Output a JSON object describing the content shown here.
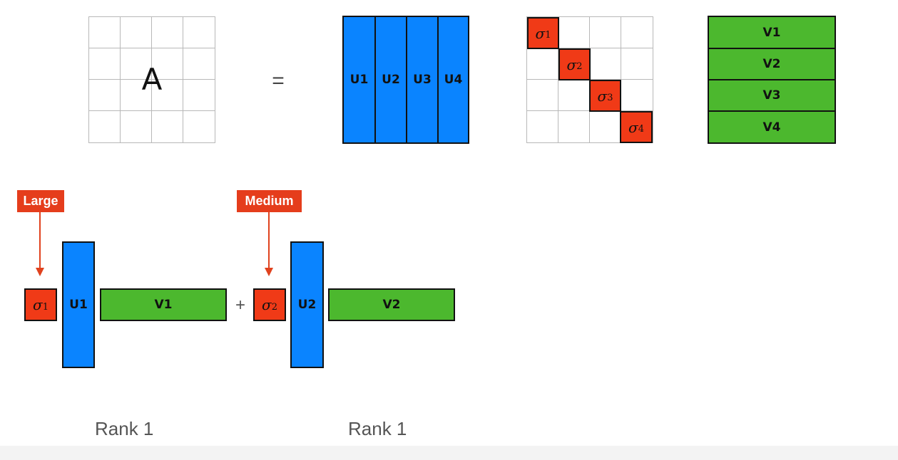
{
  "matrix_a": {
    "label": "A"
  },
  "equals": "=",
  "u_columns": [
    "U1",
    "U2",
    "U3",
    "U4"
  ],
  "sigmas": [
    {
      "symbol": "σ",
      "sub": "1"
    },
    {
      "symbol": "σ",
      "sub": "2"
    },
    {
      "symbol": "σ",
      "sub": "3"
    },
    {
      "symbol": "σ",
      "sub": "4"
    }
  ],
  "v_rows": [
    "V1",
    "V2",
    "V3",
    "V4"
  ],
  "terms": [
    {
      "tag": "Large",
      "sigma_symbol": "σ",
      "sigma_sub": "1",
      "u": "U1",
      "v": "V1",
      "rank": "Rank 1"
    },
    {
      "tag": "Medium",
      "sigma_symbol": "σ",
      "sigma_sub": "2",
      "u": "U2",
      "v": "V2",
      "rank": "Rank 1"
    }
  ],
  "plus": "+",
  "colors": {
    "u_blue": "#0a84ff",
    "v_green": "#4cb82e",
    "sigma_red": "#f03a17",
    "tag_red": "#e53d1c",
    "arrow_red": "#e0421e"
  }
}
